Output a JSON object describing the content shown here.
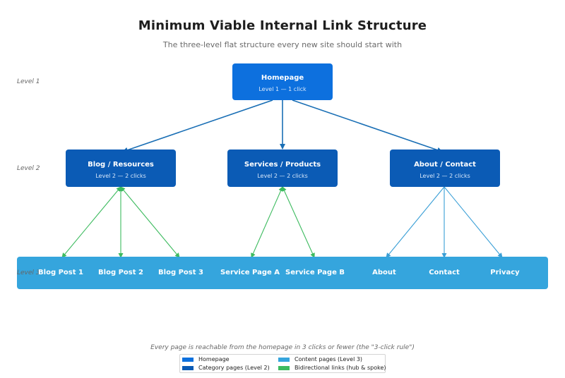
{
  "title": "Minimum Viable Internal Link Structure",
  "subtitle": "The three-level flat structure every new site should start with",
  "levels": [
    "Level 1",
    "Level 2",
    "Level 3"
  ],
  "homepage": {
    "label": "Homepage",
    "sub": "Level 1 — 1 click"
  },
  "categories": [
    {
      "label": "Blog / Resources",
      "sub": "Level 2 — 2 clicks"
    },
    {
      "label": "Services / Products",
      "sub": "Level 2 — 2 clicks"
    },
    {
      "label": "About / Contact",
      "sub": "Level 2 — 2 clicks"
    }
  ],
  "pages": [
    "Blog Post 1",
    "Blog Post 2",
    "Blog Post 3",
    "Service Page A",
    "Service Page B",
    "About",
    "Contact",
    "Privacy"
  ],
  "footnote": "Every page is reachable from the homepage in 3 clicks or fewer  (the \"3-click rule\")",
  "legend": {
    "homepage": "Homepage",
    "category": "Category pages (Level 2)",
    "content": "Content pages (Level 3)",
    "bidirectional": "Bidirectional links (hub & spoke)"
  },
  "colors": {
    "homepage": "#0d70de",
    "category": "#0b5bb5",
    "content": "#35a5dd",
    "bidirectional": "#3dbb5f",
    "primary_link": "#1a6fb5",
    "secondary_link": "#3a9fd6"
  }
}
